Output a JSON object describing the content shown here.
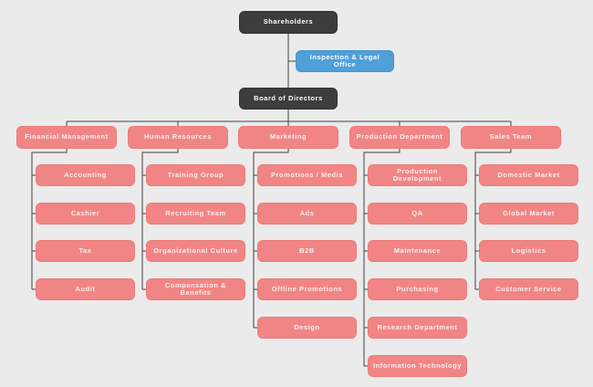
{
  "colors": {
    "background": "#ebebeb",
    "executive_box": "#3d3d3d",
    "staff_box": "#4f9fd9",
    "department_box": "#f18585",
    "connector_line": "#404040",
    "label_text": "#ffffff"
  },
  "org_chart": {
    "root": {
      "label": "Shareholders"
    },
    "staff_office": {
      "label": "Inspection & Legal Office"
    },
    "board": {
      "label": "Board of Directors"
    },
    "departments": [
      {
        "label": "Financial Management",
        "children": [
          "Accounting",
          "Cashier",
          "Tax",
          "Audit"
        ]
      },
      {
        "label": "Human Resources",
        "children": [
          "Training Group",
          "Recruiting Team",
          "Organizational Culture",
          "Compensation & Benefits"
        ]
      },
      {
        "label": "Marketing",
        "children": [
          "Promotions / Media",
          "Ads",
          "B2B",
          "Offline Promotions",
          "Design"
        ]
      },
      {
        "label": "Production Department",
        "children": [
          "Production Development",
          "QA",
          "Maintenance",
          "Purchasing",
          "Research Department",
          "Information Technology"
        ]
      },
      {
        "label": "Sales Team",
        "children": [
          "Domestic Market",
          "Global Market",
          "Logistics",
          "Customer Service"
        ]
      }
    ]
  }
}
